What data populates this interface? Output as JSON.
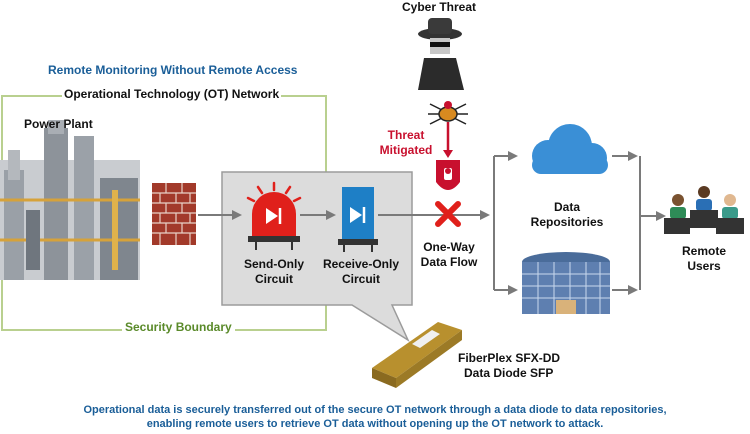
{
  "heading": "Remote Monitoring Without Remote Access",
  "network_label": "Operational Technology (OT) Network",
  "power_plant_label": "Power Plant",
  "security_boundary_label": "Security Boundary",
  "cyber_threat_label": "Cyber Threat",
  "threat_mitigated_line1": "Threat",
  "threat_mitigated_line2": "Mitigated",
  "send_only_line1": "Send-Only",
  "send_only_line2": "Circuit",
  "receive_only_line1": "Receive-Only",
  "receive_only_line2": "Circuit",
  "one_way_line1": "One-Way",
  "one_way_line2": "Data Flow",
  "data_repos_line1": "Data",
  "data_repos_line2": "Repositories",
  "remote_users_line1": "Remote",
  "remote_users_line2": "Users",
  "product_line1": "FiberPlex SFX-DD",
  "product_line2": "Data Diode SFP",
  "caption_line1": "Operational data is securely transferred out of the secure OT network through a data diode to data repositories,",
  "caption_line2": "enabling remote users to retrieve OT data without opening up the OT network to attack.",
  "colors": {
    "heading_blue": "#1a5e98",
    "boundary_green": "#5a8a2a",
    "threat_red": "#c8102e",
    "diode_blue": "#1e7fc6",
    "send_red": "#e0201b",
    "cloud_blue": "#3a8fd6"
  }
}
